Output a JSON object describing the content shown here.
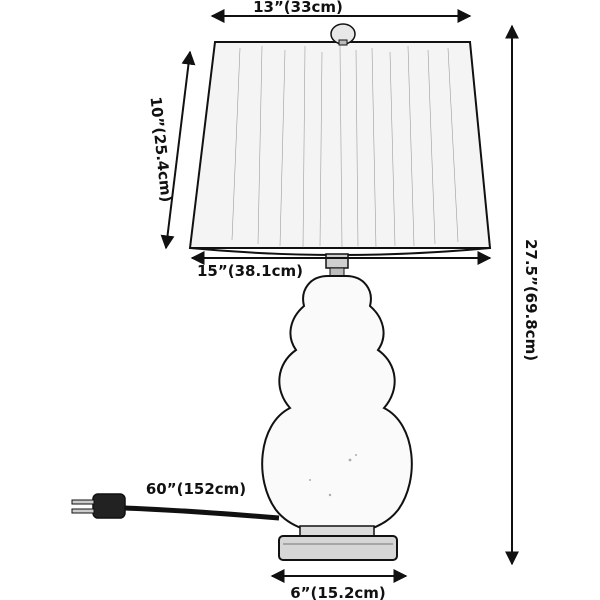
{
  "dimensions": {
    "shade_top": "13”(33cm)",
    "shade_height": "10”(25.4cm)",
    "shade_bottom": "15”(38.1cm)",
    "total_height": "27.5”(69.8cm)",
    "cord_length": "60”(152cm)",
    "base_width": "6”(15.2cm)"
  },
  "colors": {
    "ink": "#111111",
    "shade_fill": "#f4f4f4",
    "body_fill": "#fafafa"
  }
}
